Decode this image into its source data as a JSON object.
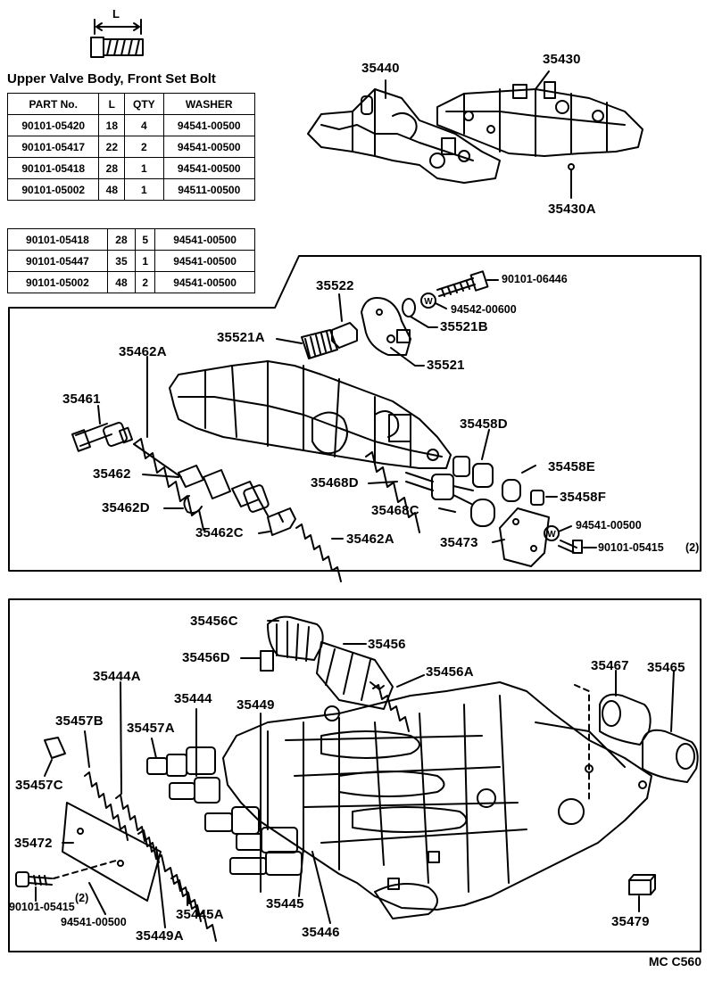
{
  "bolt_dimension_label": "L",
  "table_title": "Upper Valve Body, Front Set Bolt",
  "table1": {
    "headers": [
      "PART No.",
      "L",
      "QTY",
      "WASHER"
    ],
    "rows": [
      [
        "90101-05420",
        "18",
        "4",
        "94541-00500"
      ],
      [
        "90101-05417",
        "22",
        "2",
        "94541-00500"
      ],
      [
        "90101-05418",
        "28",
        "1",
        "94541-00500"
      ],
      [
        "90101-05002",
        "48",
        "1",
        "94511-00500"
      ]
    ]
  },
  "table2": {
    "rows": [
      [
        "90101-05418",
        "28",
        "5",
        "94541-00500"
      ],
      [
        "90101-05447",
        "35",
        "1",
        "94541-00500"
      ],
      [
        "90101-05002",
        "48",
        "2",
        "94541-00500"
      ]
    ]
  },
  "labels": {
    "p35440": "35440",
    "p35430": "35430",
    "p35430a": "35430A",
    "p35522": "35522",
    "p90101_06446": "90101-06446",
    "p94542_00600": "94542-00600",
    "p35521a": "35521A",
    "p35521b": "35521B",
    "p35521": "35521",
    "p35462a_top": "35462A",
    "p35461": "35461",
    "p35458d": "35458D",
    "p35458e": "35458E",
    "p35462": "35462",
    "p35468d": "35468D",
    "p35458f": "35458F",
    "p35462d": "35462D",
    "p35468c": "35468C",
    "p94541_00500_mid": "94541-00500",
    "p35462c": "35462C",
    "p35462a_bottom": "35462A",
    "p35473": "35473",
    "p90101_05415_mid": "90101-05415",
    "p90101_05415_mid_qty": "(2)",
    "p35456c": "35456C",
    "p35456": "35456",
    "p35456d": "35456D",
    "p35456a": "35456A",
    "p35467": "35467",
    "p35465": "35465",
    "p35444a": "35444A",
    "p35444": "35444",
    "p35449": "35449",
    "p35457b": "35457B",
    "p35457a": "35457A",
    "p35457c": "35457C",
    "p35472": "35472",
    "p90101_05415_low": "90101-05415",
    "p90101_05415_low_qty": "(2)",
    "p94541_00500_low": "94541-00500",
    "p35445": "35445",
    "p35445a": "35445A",
    "p35446": "35446",
    "p35449a": "35449A",
    "p35479": "35479"
  },
  "washer_symbol": "W",
  "drawing_code": "MC  C560"
}
